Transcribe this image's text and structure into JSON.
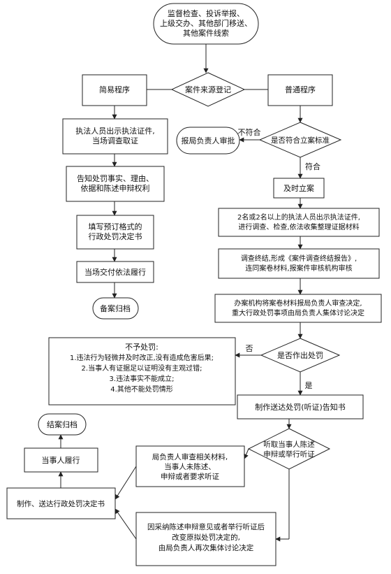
{
  "start_node": {
    "lines": [
      "监督检查、投诉举报、",
      "上级交办、其他部门移送、",
      "其他案件线索"
    ]
  },
  "case_source_decision": {
    "label": "案件来源登记"
  },
  "simple_procedure": {
    "title": "简易程序",
    "step1": [
      "执法人员出示执法证件,",
      "当场调查取证"
    ],
    "step2": [
      "告知处罚事实、理由、",
      "依据和陈述申辩权利"
    ],
    "step3": [
      "填写预订格式的",
      "行政处罚决定书"
    ],
    "step4": "当场交付依法履行",
    "end": "备案归档"
  },
  "normal_procedure": {
    "title": "普通程序",
    "filing_decision": "是否符合立案标准",
    "not_compliant_label": "不符合",
    "compliant_label": "符合",
    "reject_node": "报局负责人审批",
    "file_case": "及时立案",
    "investigate": [
      "2名或2名以上的执法人员出示执法证件,",
      "进行调查、检查,依法收集整理证据材料"
    ],
    "conclude": [
      "调查终结,形成《案件调查终结报告》,",
      "连同案卷材料,报案件审核机构审核"
    ],
    "review": [
      "办案机构将案卷材料报局负责人审查决定,",
      "重大行政处罚事项由局负责人集体讨论决定"
    ],
    "penalty_decision": "是否作出处罚",
    "no_label": "否",
    "yes_label": "是",
    "no_penalty": {
      "title": "不予处罚:",
      "items": [
        "1.违法行为轻微并及时改正,没有造成危害后果;",
        "2.当事人有证据足以证明没有主观过错;",
        "3.违法事实不能成立;",
        "4.其他不能处罚情形"
      ]
    },
    "notice": "制作送达处罚(听证)告知书",
    "hearing_decision": [
      "听取当事人陈述",
      "申辩或举行听证"
    ],
    "no_statement": [
      "局负责人审查相关材料,",
      "当事人未陈述、",
      "申辩或者要求听证"
    ],
    "changed_penalty": [
      "因采纳陈述申辩意见或者举行听证后",
      "改变原拟处罚决定的,",
      "由局负责人再次集体讨论决定"
    ],
    "issue_decision": "制作、送达行政处罚决定书",
    "party_performs": "当事人履行",
    "close_case": "结案归档"
  }
}
